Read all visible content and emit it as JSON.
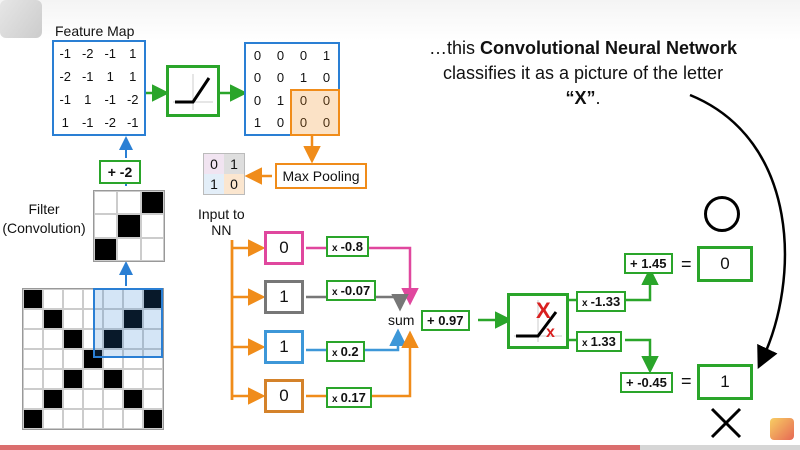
{
  "feature_map": {
    "label": "Feature Map",
    "cells": [
      [
        "-1",
        "-2",
        "-1",
        "1"
      ],
      [
        "-2",
        "-1",
        "1",
        "1"
      ],
      [
        "-1",
        "1",
        "-1",
        "-2"
      ],
      [
        "1",
        "-1",
        "-2",
        "-1"
      ]
    ]
  },
  "relu_output": {
    "cells": [
      [
        "0",
        "0",
        "0",
        "1"
      ],
      [
        "0",
        "0",
        "1",
        "0"
      ],
      [
        "0",
        "1",
        "0",
        "0"
      ],
      [
        "1",
        "0",
        "0",
        "0"
      ]
    ]
  },
  "bias_label": "+ -2",
  "filter_label": "Filter\n(Convolution)",
  "max_pooling_label": "Max Pooling",
  "pooled": {
    "cells": [
      [
        "0",
        "1"
      ],
      [
        "1",
        "0"
      ]
    ],
    "cell_colors": [
      "#f1e4f1",
      "#dedede",
      "#e3eef8",
      "#fbe6cf"
    ]
  },
  "input_label": "Input to\nNN",
  "inputs": [
    {
      "value": "0",
      "color": "#e0479e",
      "weight": "-0.8"
    },
    {
      "value": "1",
      "color": "#777777",
      "weight": "-0.07"
    },
    {
      "value": "1",
      "color": "#3d97d8",
      "weight": "0.2"
    },
    {
      "value": "0",
      "color": "#d4822a",
      "weight": "0.17"
    }
  ],
  "weight_prefix": "x",
  "sum_label": "sum",
  "hidden_bias": "+ 0.97",
  "out_weights": [
    {
      "prefix": "x",
      "value": "-1.33"
    },
    {
      "prefix": "x",
      "value": "1.33"
    }
  ],
  "out_biases": [
    "+ 1.45",
    "+ -0.45"
  ],
  "equals": "=",
  "outputs": [
    "0",
    "1"
  ],
  "relu_marks": [
    "X",
    "x"
  ],
  "caption": {
    "part1": "…this ",
    "bold1": "Convolutional Neural Network",
    "part2": " classifies it as a picture of the letter ",
    "bold2": "“X”",
    "part3": "."
  },
  "filter_pattern": [
    [
      0,
      0,
      1
    ],
    [
      0,
      1,
      0
    ],
    [
      1,
      0,
      0
    ]
  ],
  "image_pattern": [
    [
      1,
      0,
      0,
      0,
      0,
      0,
      1
    ],
    [
      0,
      1,
      0,
      0,
      0,
      1,
      0
    ],
    [
      0,
      0,
      1,
      0,
      1,
      0,
      0
    ],
    [
      0,
      0,
      0,
      1,
      0,
      0,
      0
    ],
    [
      0,
      0,
      1,
      0,
      1,
      0,
      0
    ],
    [
      0,
      1,
      0,
      0,
      0,
      1,
      0
    ],
    [
      1,
      0,
      0,
      0,
      0,
      0,
      1
    ]
  ],
  "colors": {
    "green": "#2aa52a",
    "orange": "#f08c1a",
    "blue": "#2a7fd4",
    "pink": "#e0479e",
    "gray": "#777777",
    "red": "#d92020"
  }
}
